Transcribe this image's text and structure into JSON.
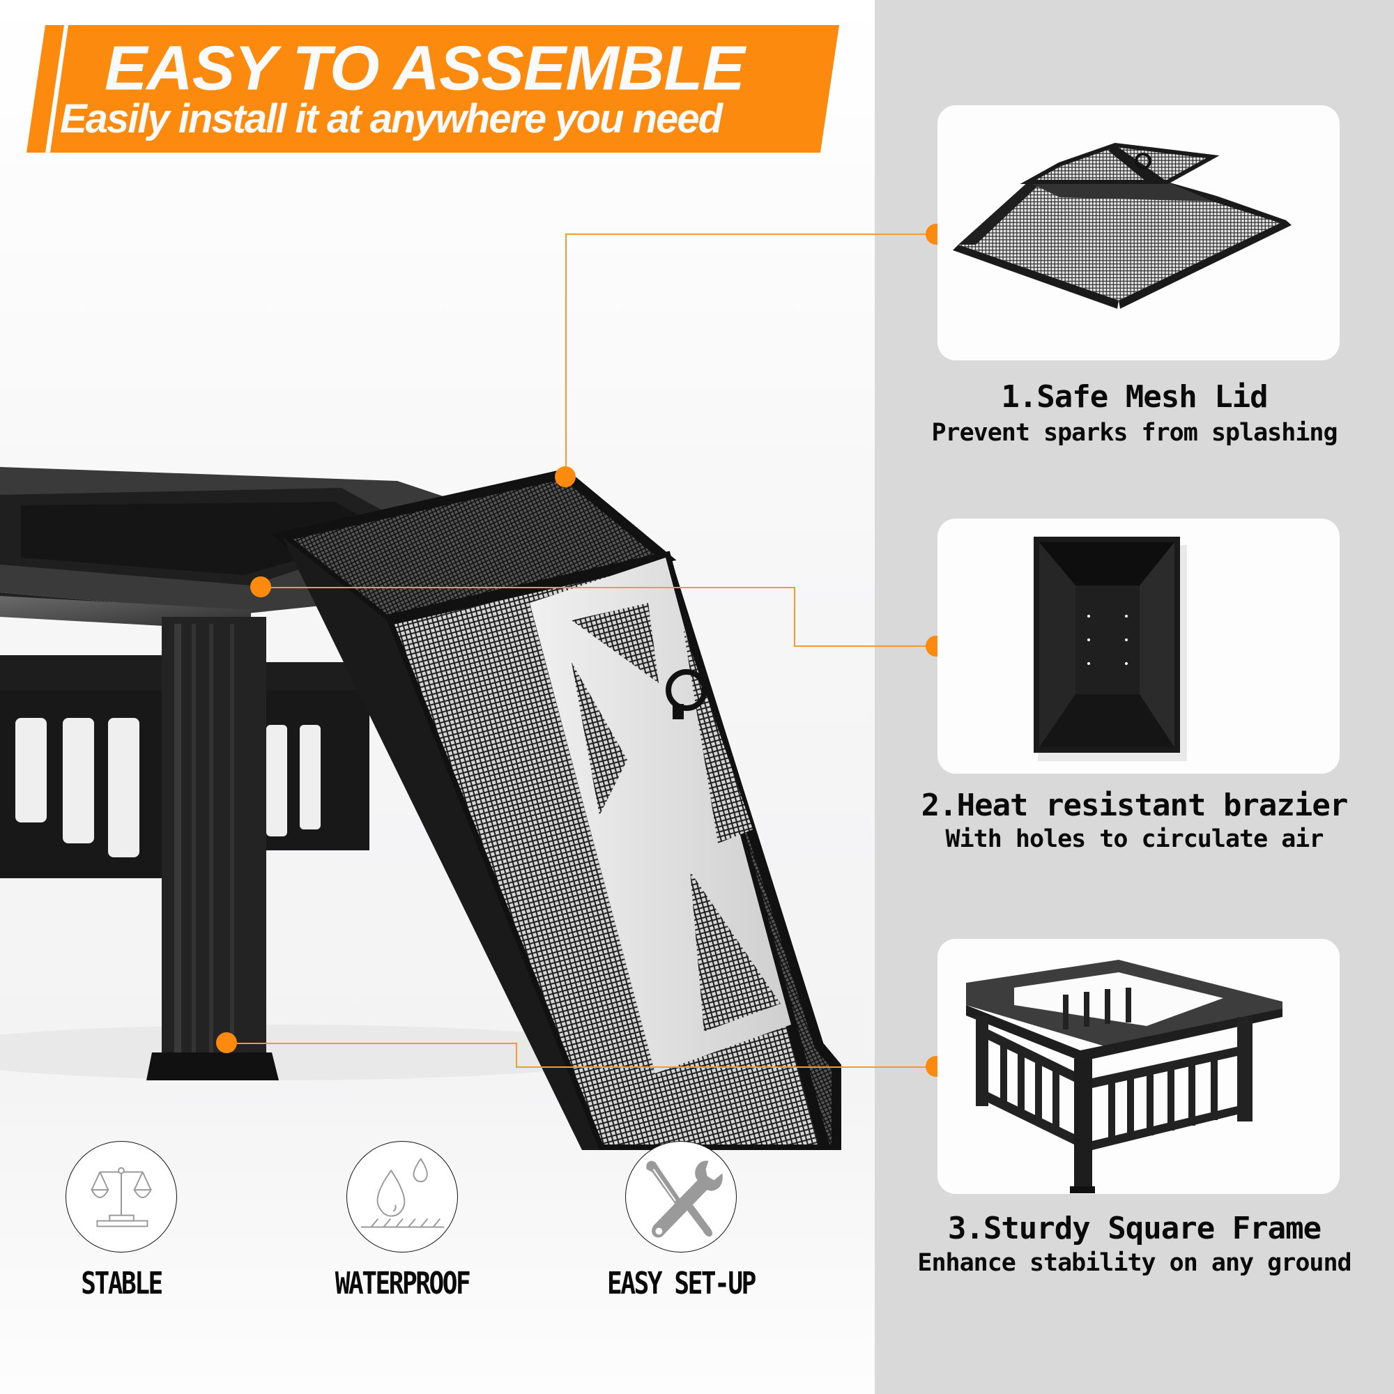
{
  "banner": {
    "title": "EASY TO ASSEMBLE",
    "subtitle": "Easily install it at anywhere you need",
    "color": "#FB8A0E"
  },
  "product_image": {
    "description": "Square metal fire pit with mesh spark screen lid leaning against it",
    "callout_color": "#FB8A0E"
  },
  "features": [
    {
      "number": "1",
      "title": "1.Safe Mesh Lid",
      "subtitle": "Prevent sparks from splashing",
      "image": "mesh-lid"
    },
    {
      "number": "2",
      "title": "2.Heat resistant brazier",
      "subtitle": "With holes to circulate air",
      "image": "brazier-bowl"
    },
    {
      "number": "3",
      "title": "3.Sturdy Square Frame",
      "subtitle": "Enhance stability on any ground",
      "image": "square-frame"
    }
  ],
  "badges": [
    {
      "label": "STABLE",
      "icon": "balance-scale-icon"
    },
    {
      "label": "WATERPROOF",
      "icon": "water-drops-icon"
    },
    {
      "label": "EASY SET-UP",
      "icon": "wrench-screwdriver-icon"
    }
  ],
  "colors": {
    "accent": "#FB8A0E",
    "right_panel": "#D9D9D9",
    "card": "#FDFDFD",
    "text": "#0A0A0A",
    "icon_gray": "#9A9A9A"
  }
}
